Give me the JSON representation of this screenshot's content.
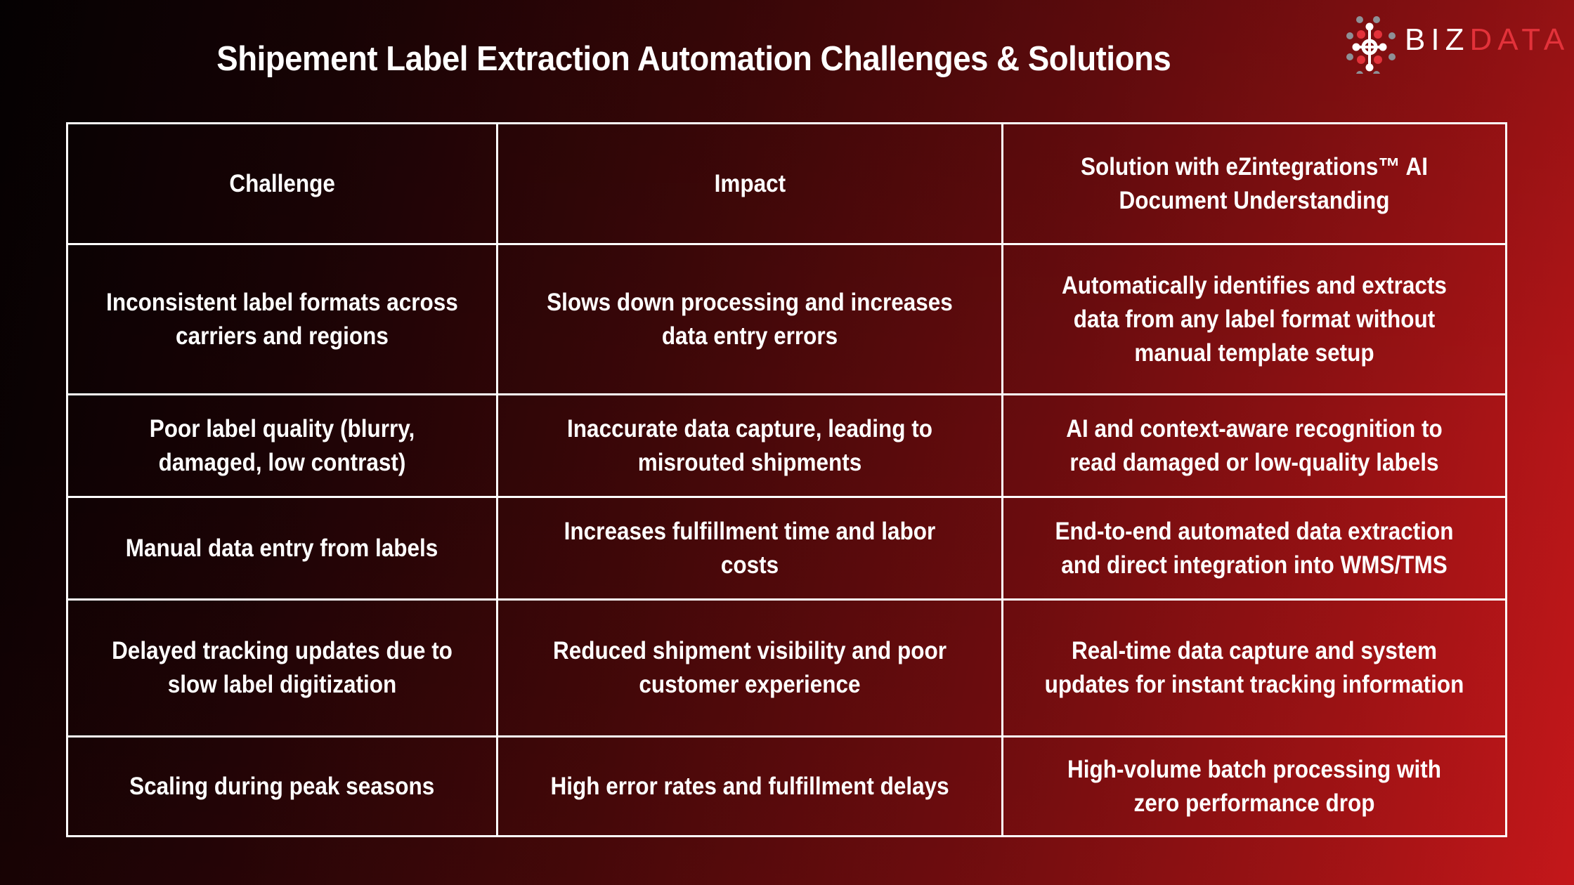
{
  "header": {
    "title": "Shipement Label Extraction Automation Challenges & Solutions"
  },
  "logo": {
    "icon": "network-node-icon",
    "text_part1": "BIZ",
    "text_part2": "DATA",
    "colors": {
      "white": "#ffffff",
      "red": "#e3323a",
      "grey": "#8e9096"
    }
  },
  "table": {
    "columns": [
      "Challenge",
      "Impact",
      "Solution with eZintegrations™ AI Document Understanding"
    ],
    "rows": [
      {
        "challenge": "Inconsistent label formats across carriers and regions",
        "impact": "Slows down processing and increases data entry errors",
        "solution": "Automatically identifies and extracts data from any label format without manual template setup"
      },
      {
        "challenge": "Poor label quality (blurry, damaged, low contrast)",
        "impact": "Inaccurate data capture, leading to misrouted shipments",
        "solution": "AI and context-aware recognition to read damaged or low-quality labels"
      },
      {
        "challenge": "Manual data entry from labels",
        "impact": "Increases fulfillment time and labor costs",
        "solution": "End-to-end automated data extraction and direct integration into WMS/TMS"
      },
      {
        "challenge": "Delayed tracking updates due to slow label digitization",
        "impact": "Reduced shipment visibility and poor customer experience",
        "solution": "Real-time data capture and system updates for instant tracking information"
      },
      {
        "challenge": "Scaling during peak seasons",
        "impact": "High error rates and fulfillment delays",
        "solution": "High-volume batch processing with zero performance drop"
      }
    ]
  },
  "theme": {
    "background_start": "#050102",
    "background_end": "#c2171a",
    "border": "#ffffff",
    "text": "#ffffff"
  }
}
